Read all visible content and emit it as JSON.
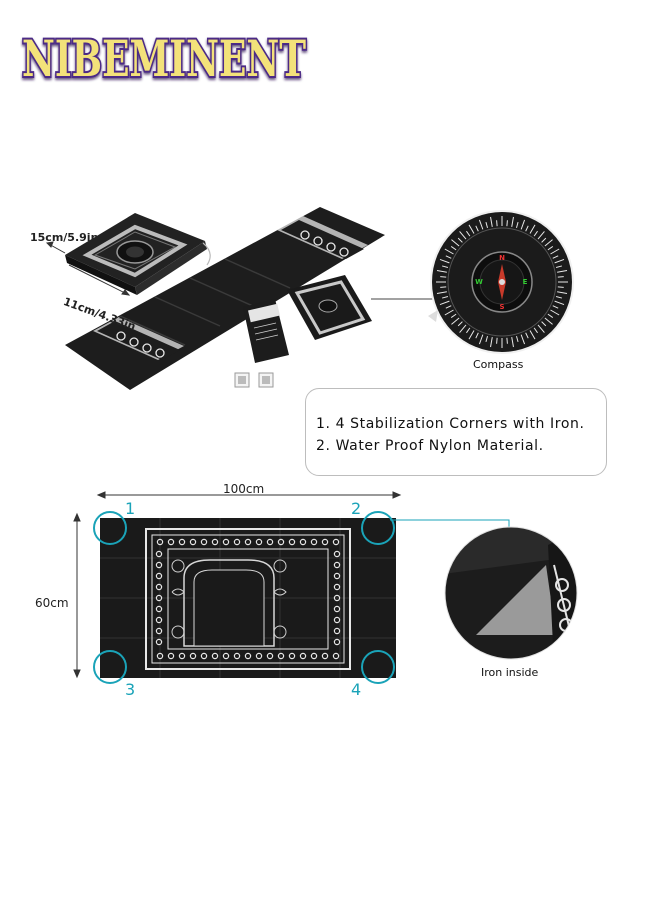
{
  "brand": {
    "logo_text": "NIBEMINENT"
  },
  "top_product": {
    "pouch_dimensions": {
      "height_label": "15cm/5.9in",
      "width_label": "11cm/4.33in"
    },
    "compass_label": "Compass"
  },
  "features": {
    "items": [
      "1. 4 Stabilization Corners with Iron.",
      "2. Water Proof Nylon Material."
    ]
  },
  "mat_diagram": {
    "width_label": "100cm",
    "height_label": "60cm",
    "corner_numbers": [
      "1",
      "2",
      "3",
      "4"
    ],
    "detail_label": "Iron inside"
  },
  "colors": {
    "accent_teal": "#1aa3b8",
    "logo_fill": "#f3e27a",
    "logo_outline": "#4b2a86",
    "mat_black": "#1a1a1a",
    "mat_pattern": "#e8e8e8"
  }
}
